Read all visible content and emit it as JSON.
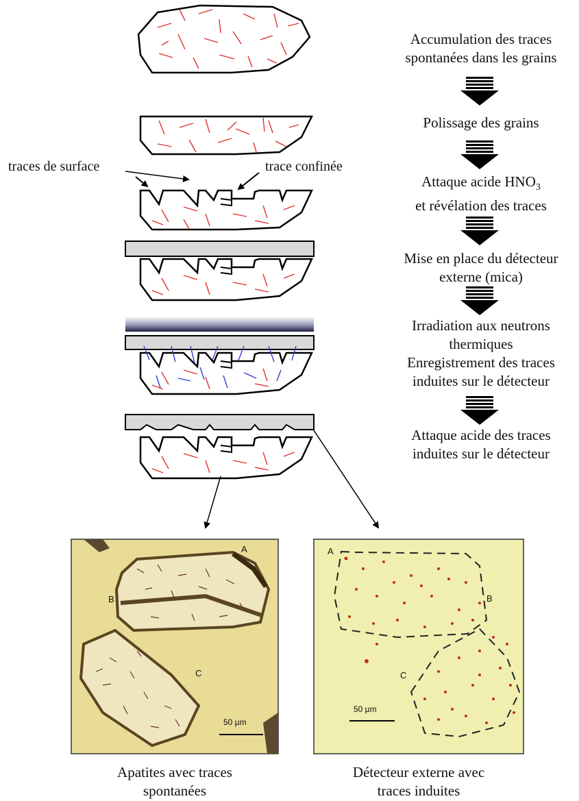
{
  "steps": [
    {
      "line1": "Accumulation des traces",
      "line2": "spontanées dans les grains"
    },
    {
      "line1": "Polissage des grains",
      "line2": ""
    },
    {
      "line1": "Attaque acide HNO",
      "sub": "3",
      "line2": "et révélation des traces"
    },
    {
      "line1": "Mise en place du détecteur",
      "line2": "externe (mica)"
    },
    {
      "line1": "Irradiation aux neutrons",
      "line2": "thermiques"
    },
    {
      "line1": "Enregistrement des traces",
      "line2": "induites sur le détecteur"
    },
    {
      "line1": "Attaque acide des traces",
      "line2": "induites sur le détecteur"
    }
  ],
  "labels": {
    "surface_tracks": "traces de surface",
    "confined_track": "trace confinée"
  },
  "photo_left": {
    "markers": [
      "A",
      "B",
      "C"
    ],
    "scale": "50 µm",
    "caption_line1": "Apatites avec traces",
    "caption_line2": "spontanées"
  },
  "photo_right": {
    "markers": [
      "A",
      "B",
      "C"
    ],
    "scale": "50 µm",
    "caption_line1": "Détecteur externe avec",
    "caption_line2": "traces induites"
  },
  "colors": {
    "spontaneous_track": "#e03030",
    "induced_track": "#3040d0",
    "detector": "#d9d9d9",
    "photo_bg_left": "#e9dc97",
    "photo_bg_right": "#f0efb0",
    "neutron_band_top": "#ffffff",
    "neutron_band_bottom": "#20204a"
  }
}
